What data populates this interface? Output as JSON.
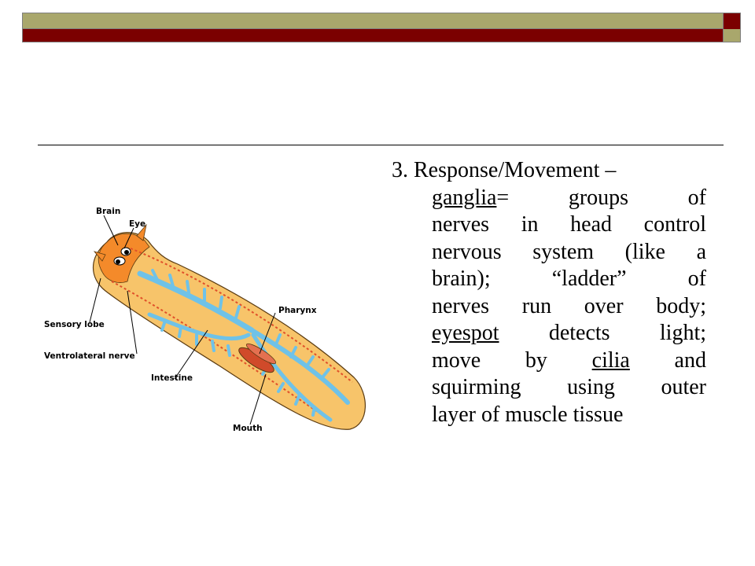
{
  "slide": {
    "heading": "3. Response/Movement –",
    "lines": [
      {
        "pre": "",
        "u": "ganglia",
        "post": "= groups of"
      },
      {
        "pre": "nerves in head control",
        "u": "",
        "post": ""
      },
      {
        "pre": "nervous system (like a",
        "u": "",
        "post": ""
      },
      {
        "pre": "brain); “ladder” of",
        "u": "",
        "post": ""
      },
      {
        "pre": "nerves run over body;",
        "u": "",
        "post": ""
      },
      {
        "pre": "",
        "u": "eyespot",
        "post": " detects light;"
      },
      {
        "pre": "move by ",
        "u": "cilia",
        "post": " and"
      },
      {
        "pre": "squirming using outer",
        "u": "",
        "post": ""
      },
      {
        "pre": "layer of muscle tissue",
        "u": "",
        "post": ""
      }
    ]
  },
  "diagram": {
    "labels": {
      "brain": "Brain",
      "eye": "Eye",
      "pharynx": "Pharynx",
      "sensory_lobe": "Sensory lobe",
      "ventrolateral_nerve": "Ventrolateral nerve",
      "intestine": "Intestine",
      "mouth": "Mouth"
    },
    "colors": {
      "body": "#f7c46a",
      "head": "#f48a2a",
      "intestine": "#6fc2e8",
      "nerve": "#e0502a",
      "pharynx": "#d04a2a"
    }
  },
  "topbar": {
    "colors": {
      "olive": "#a9a76c",
      "maroon": "#7b0000"
    }
  }
}
